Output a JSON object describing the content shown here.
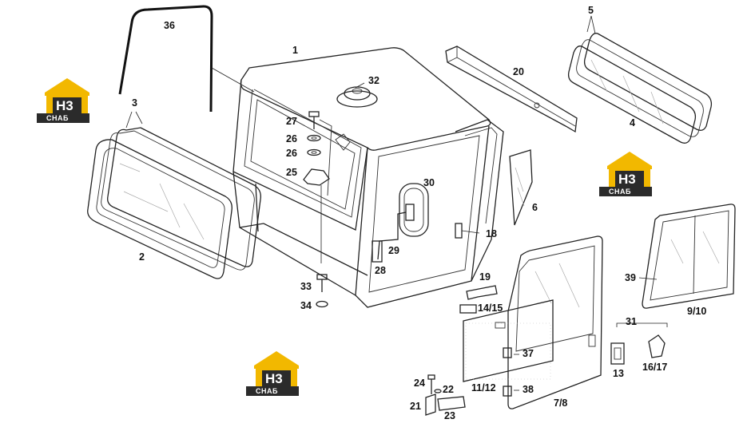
{
  "logo": {
    "mark": "H3",
    "text": "СНАБ",
    "color_primary": "#f2b800",
    "color_dark": "#2b2b2b"
  },
  "callouts": {
    "c1": "1",
    "c2": "2",
    "c3": "3",
    "c4": "4",
    "c5": "5",
    "c6": "6",
    "c78": "7/8",
    "c910": "9/10",
    "c1112": "11/12",
    "c13": "13",
    "c1415": "14/15",
    "c1617": "16/17",
    "c18": "18",
    "c19": "19",
    "c20": "20",
    "c21": "21",
    "c22": "22",
    "c23": "23",
    "c24": "24",
    "c25": "25",
    "c26a": "26",
    "c26b": "26",
    "c27": "27",
    "c28": "28",
    "c29": "29",
    "c30": "30",
    "c31": "31",
    "c32": "32",
    "c33": "33",
    "c34": "34",
    "c36": "36",
    "c37": "37",
    "c38": "38",
    "c39": "39"
  }
}
